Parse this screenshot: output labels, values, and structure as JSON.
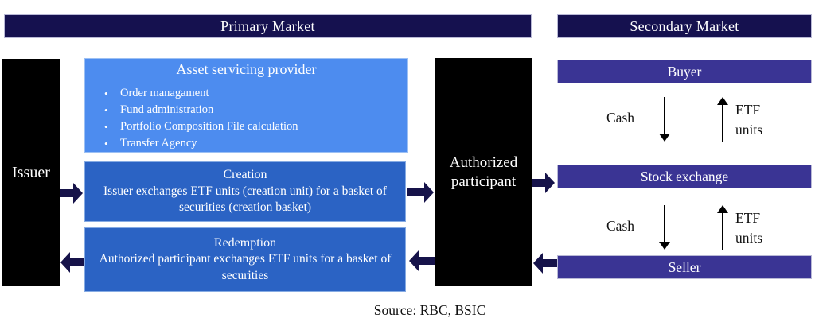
{
  "headers": {
    "primary": "Primary Market",
    "secondary": "Secondary Market"
  },
  "issuer": {
    "label": "Issuer"
  },
  "authorized_participant": {
    "label": "Authorized participant"
  },
  "asset_servicing": {
    "title": "Asset servicing provider",
    "bullets": {
      "0": "Order managament",
      "1": "Fund administration",
      "2": "Portfolio Composition File calculation",
      "3": "Transfer Agency"
    }
  },
  "creation": {
    "title": "Creation",
    "body": "Issuer exchanges ETF units (creation unit) for a basket of securities (creation basket)"
  },
  "redemption": {
    "title": "Redemption",
    "body": "Authorized participant exchanges ETF units for a basket of securities"
  },
  "secondary_market": {
    "buyer": "Buyer",
    "stock_exchange": "Stock exchange",
    "seller": "Seller",
    "buyer_flow": {
      "cash": "Cash",
      "etf": "ETF units"
    },
    "seller_flow": {
      "cash": "Cash",
      "etf": "ETF units"
    }
  },
  "source": "Source: RBC, BSIC",
  "colors": {
    "header_navy": "#15114f",
    "arrow_navy": "#16134a",
    "light_blue": "#4d8cef",
    "mid_blue": "#2b63c4",
    "purple": "#3a3494",
    "black_box": "#000000"
  }
}
